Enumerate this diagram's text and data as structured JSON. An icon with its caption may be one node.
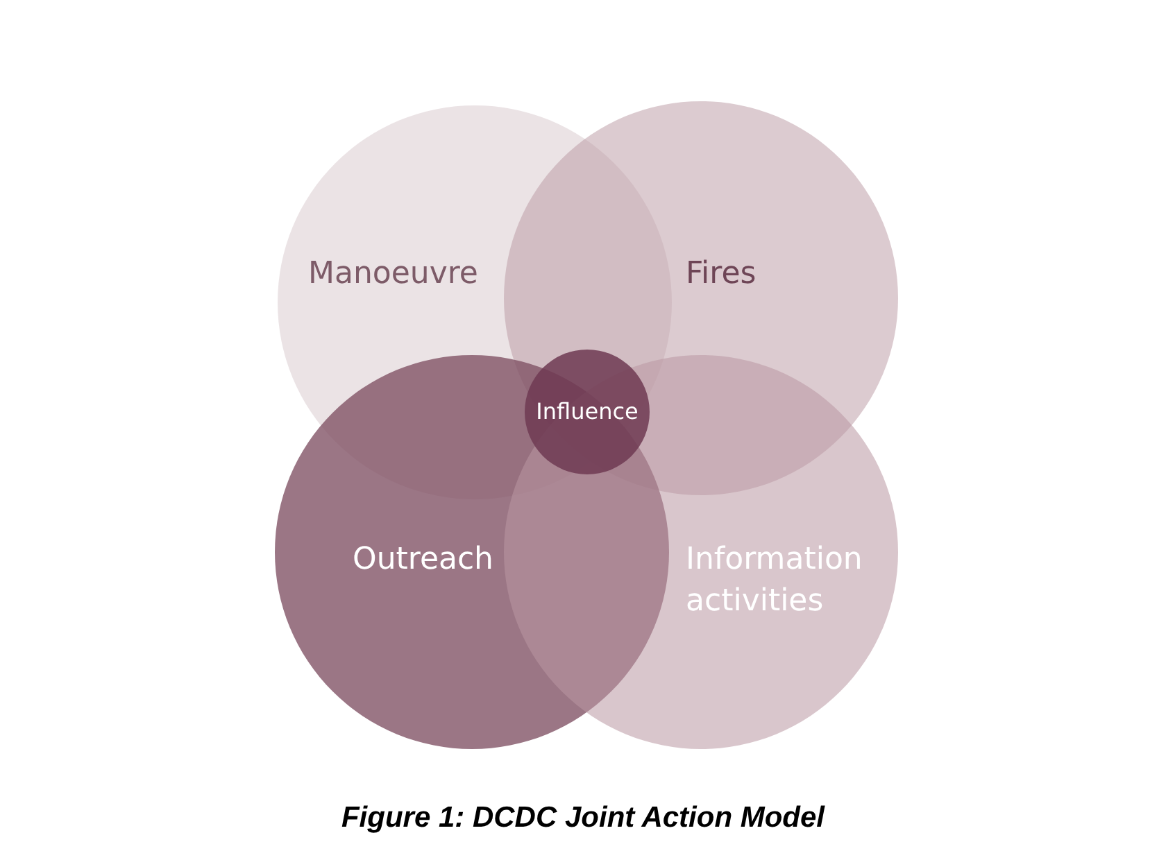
{
  "diagram": {
    "caption": "Figure 1: DCDC Joint Action Model",
    "nodes": [
      {
        "text": [
          "Manoeuvre"
        ]
      },
      {
        "text": [
          "Fires"
        ]
      },
      {
        "text": [
          "Outreach"
        ]
      },
      {
        "text": [
          "Information activities"
        ]
      },
      {
        "text": [
          "Influence"
        ]
      }
    ]
  }
}
